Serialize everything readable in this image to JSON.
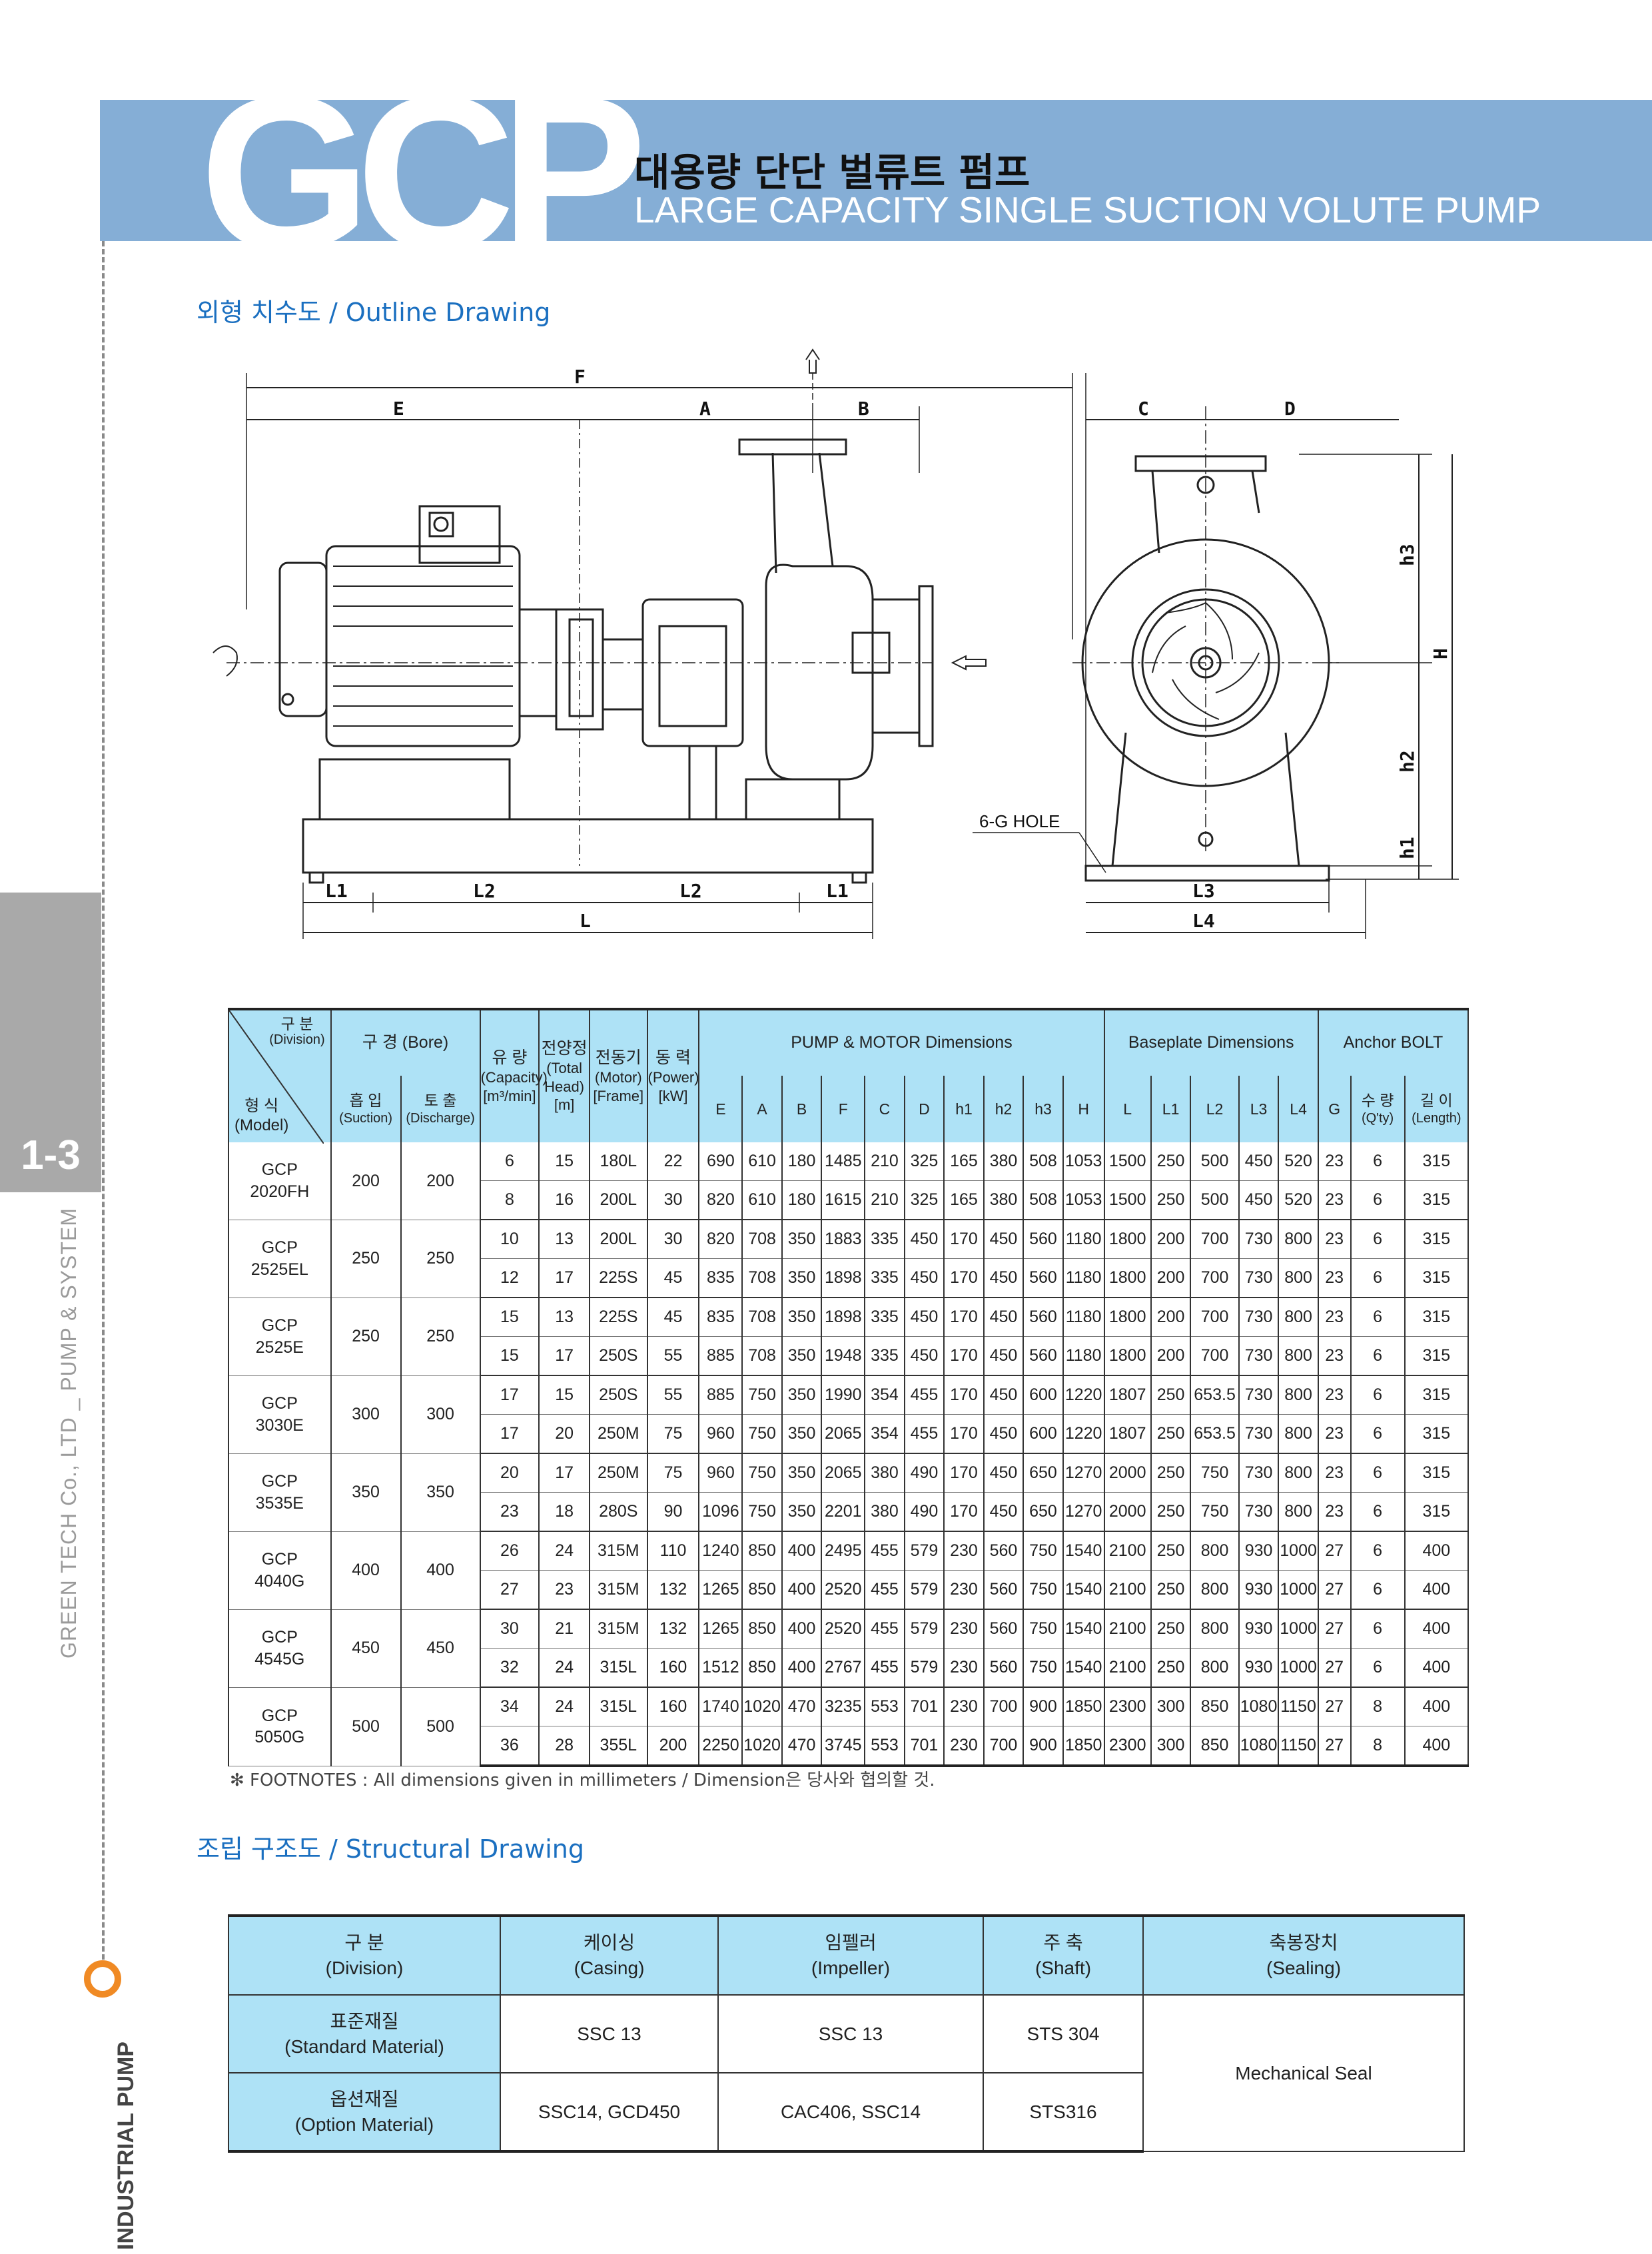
{
  "header": {
    "logo": "GCP",
    "title_ko": "대용량 단단 벌류트 펌프",
    "title_en": "LARGE CAPACITY SINGLE SUCTION VOLUTE PUMP"
  },
  "side": {
    "section_number": "1-3",
    "company": "GREEN TECH Co., LTD _ PUMP & SYSTEM",
    "category": "INDUSTRIAL PUMP"
  },
  "outline": {
    "title": "외형 치수도 / Outline Drawing",
    "labels": {
      "F": "F",
      "E": "E",
      "A": "A",
      "B": "B",
      "C": "C",
      "D": "D",
      "h1": "h1",
      "h2": "h2",
      "h3": "h3",
      "H": "H",
      "L1": "L1",
      "L2": "L2",
      "L": "L",
      "L3": "L3",
      "L4": "L4",
      "hole": "6-G HOLE"
    }
  },
  "spec": {
    "headers": {
      "division": "구 분",
      "division_en": "(Division)",
      "model": "형 식",
      "model_en": "(Model)",
      "bore": "구 경 (Bore)",
      "suction": "흡 입",
      "suction_en": "(Suction)",
      "discharge": "토 출",
      "discharge_en": "(Discharge)",
      "capacity": "유 량",
      "capacity_en": "(Capacity)",
      "capacity_unit": "[m³/min]",
      "head": "전양정",
      "head_en": "(Total Head)",
      "head_unit": "[m]",
      "motor": "전동기",
      "motor_en": "(Motor)",
      "motor_unit": "[Frame]",
      "power": "동 력",
      "power_en": "(Power)",
      "power_unit": "[kW]",
      "pump_motor": "PUMP & MOTOR Dimensions",
      "baseplate": "Baseplate Dimensions",
      "anchor": "Anchor BOLT",
      "qty": "수 량",
      "qty_en": "(Q'ty)",
      "length": "길 이",
      "length_en": "(Length)",
      "dims": [
        "E",
        "A",
        "B",
        "F",
        "C",
        "D",
        "h1",
        "h2",
        "h3",
        "H",
        "L",
        "L1",
        "L2",
        "L3",
        "L4",
        "G"
      ]
    },
    "rows": [
      {
        "model": [
          "GCP",
          "2020FH"
        ],
        "suction": "200",
        "discharge": "200",
        "variants": [
          [
            "6",
            "15",
            "180L",
            "22",
            "690",
            "610",
            "180",
            "1485",
            "210",
            "325",
            "165",
            "380",
            "508",
            "1053",
            "1500",
            "250",
            "500",
            "450",
            "520",
            "23",
            "6",
            "315"
          ],
          [
            "8",
            "16",
            "200L",
            "30",
            "820",
            "610",
            "180",
            "1615",
            "210",
            "325",
            "165",
            "380",
            "508",
            "1053",
            "1500",
            "250",
            "500",
            "450",
            "520",
            "23",
            "6",
            "315"
          ]
        ]
      },
      {
        "model": [
          "GCP",
          "2525EL"
        ],
        "suction": "250",
        "discharge": "250",
        "variants": [
          [
            "10",
            "13",
            "200L",
            "30",
            "820",
            "708",
            "350",
            "1883",
            "335",
            "450",
            "170",
            "450",
            "560",
            "1180",
            "1800",
            "200",
            "700",
            "730",
            "800",
            "23",
            "6",
            "315"
          ],
          [
            "12",
            "17",
            "225S",
            "45",
            "835",
            "708",
            "350",
            "1898",
            "335",
            "450",
            "170",
            "450",
            "560",
            "1180",
            "1800",
            "200",
            "700",
            "730",
            "800",
            "23",
            "6",
            "315"
          ]
        ]
      },
      {
        "model": [
          "GCP",
          "2525E"
        ],
        "suction": "250",
        "discharge": "250",
        "variants": [
          [
            "15",
            "13",
            "225S",
            "45",
            "835",
            "708",
            "350",
            "1898",
            "335",
            "450",
            "170",
            "450",
            "560",
            "1180",
            "1800",
            "200",
            "700",
            "730",
            "800",
            "23",
            "6",
            "315"
          ],
          [
            "15",
            "17",
            "250S",
            "55",
            "885",
            "708",
            "350",
            "1948",
            "335",
            "450",
            "170",
            "450",
            "560",
            "1180",
            "1800",
            "200",
            "700",
            "730",
            "800",
            "23",
            "6",
            "315"
          ]
        ]
      },
      {
        "model": [
          "GCP",
          "3030E"
        ],
        "suction": "300",
        "discharge": "300",
        "variants": [
          [
            "17",
            "15",
            "250S",
            "55",
            "885",
            "750",
            "350",
            "1990",
            "354",
            "455",
            "170",
            "450",
            "600",
            "1220",
            "1807",
            "250",
            "653.5",
            "730",
            "800",
            "23",
            "6",
            "315"
          ],
          [
            "17",
            "20",
            "250M",
            "75",
            "960",
            "750",
            "350",
            "2065",
            "354",
            "455",
            "170",
            "450",
            "600",
            "1220",
            "1807",
            "250",
            "653.5",
            "730",
            "800",
            "23",
            "6",
            "315"
          ]
        ]
      },
      {
        "model": [
          "GCP",
          "3535E"
        ],
        "suction": "350",
        "discharge": "350",
        "variants": [
          [
            "20",
            "17",
            "250M",
            "75",
            "960",
            "750",
            "350",
            "2065",
            "380",
            "490",
            "170",
            "450",
            "650",
            "1270",
            "2000",
            "250",
            "750",
            "730",
            "800",
            "23",
            "6",
            "315"
          ],
          [
            "23",
            "18",
            "280S",
            "90",
            "1096",
            "750",
            "350",
            "2201",
            "380",
            "490",
            "170",
            "450",
            "650",
            "1270",
            "2000",
            "250",
            "750",
            "730",
            "800",
            "23",
            "6",
            "315"
          ]
        ]
      },
      {
        "model": [
          "GCP",
          "4040G"
        ],
        "suction": "400",
        "discharge": "400",
        "variants": [
          [
            "26",
            "24",
            "315M",
            "110",
            "1240",
            "850",
            "400",
            "2495",
            "455",
            "579",
            "230",
            "560",
            "750",
            "1540",
            "2100",
            "250",
            "800",
            "930",
            "1000",
            "27",
            "6",
            "400"
          ],
          [
            "27",
            "23",
            "315M",
            "132",
            "1265",
            "850",
            "400",
            "2520",
            "455",
            "579",
            "230",
            "560",
            "750",
            "1540",
            "2100",
            "250",
            "800",
            "930",
            "1000",
            "27",
            "6",
            "400"
          ]
        ]
      },
      {
        "model": [
          "GCP",
          "4545G"
        ],
        "suction": "450",
        "discharge": "450",
        "variants": [
          [
            "30",
            "21",
            "315M",
            "132",
            "1265",
            "850",
            "400",
            "2520",
            "455",
            "579",
            "230",
            "560",
            "750",
            "1540",
            "2100",
            "250",
            "800",
            "930",
            "1000",
            "27",
            "6",
            "400"
          ],
          [
            "32",
            "24",
            "315L",
            "160",
            "1512",
            "850",
            "400",
            "2767",
            "455",
            "579",
            "230",
            "560",
            "750",
            "1540",
            "2100",
            "250",
            "800",
            "930",
            "1000",
            "27",
            "6",
            "400"
          ]
        ]
      },
      {
        "model": [
          "GCP",
          "5050G"
        ],
        "suction": "500",
        "discharge": "500",
        "variants": [
          [
            "34",
            "24",
            "315L",
            "160",
            "1740",
            "1020",
            "470",
            "3235",
            "553",
            "701",
            "230",
            "700",
            "900",
            "1850",
            "2300",
            "300",
            "850",
            "1080",
            "1150",
            "27",
            "8",
            "400"
          ],
          [
            "36",
            "28",
            "355L",
            "200",
            "2250",
            "1020",
            "470",
            "3745",
            "553",
            "701",
            "230",
            "700",
            "900",
            "1850",
            "2300",
            "300",
            "850",
            "1080",
            "1150",
            "27",
            "8",
            "400"
          ]
        ]
      }
    ],
    "footnote": "✻ FOOTNOTES : All dimensions given in millimeters / Dimension은 당사와 협의할 것."
  },
  "structural": {
    "title": "조립 구조도 / Structural Drawing",
    "headers": [
      {
        "ko": "구 분",
        "en": "(Division)"
      },
      {
        "ko": "케이싱",
        "en": "(Casing)"
      },
      {
        "ko": "임펠러",
        "en": "(Impeller)"
      },
      {
        "ko": "주 축",
        "en": "(Shaft)"
      },
      {
        "ko": "축봉장치",
        "en": "(Sealing)"
      }
    ],
    "rows": [
      {
        "ko": "표준재질",
        "en": "(Standard Material)",
        "casing": "SSC 13",
        "impeller": "SSC 13",
        "shaft": "STS 304"
      },
      {
        "ko": "옵션재질",
        "en": "(Option Material)",
        "casing": "SSC14, GCD450",
        "impeller": "CAC406, SSC14",
        "shaft": "STS316"
      }
    ],
    "sealing": "Mechanical Seal"
  },
  "colors": {
    "header_band": "#85aed6",
    "table_header": "#aee2f6",
    "section_title": "#1a6fc0",
    "accent_ring": "#f08a24",
    "side_tab": "#a9a9a9"
  }
}
